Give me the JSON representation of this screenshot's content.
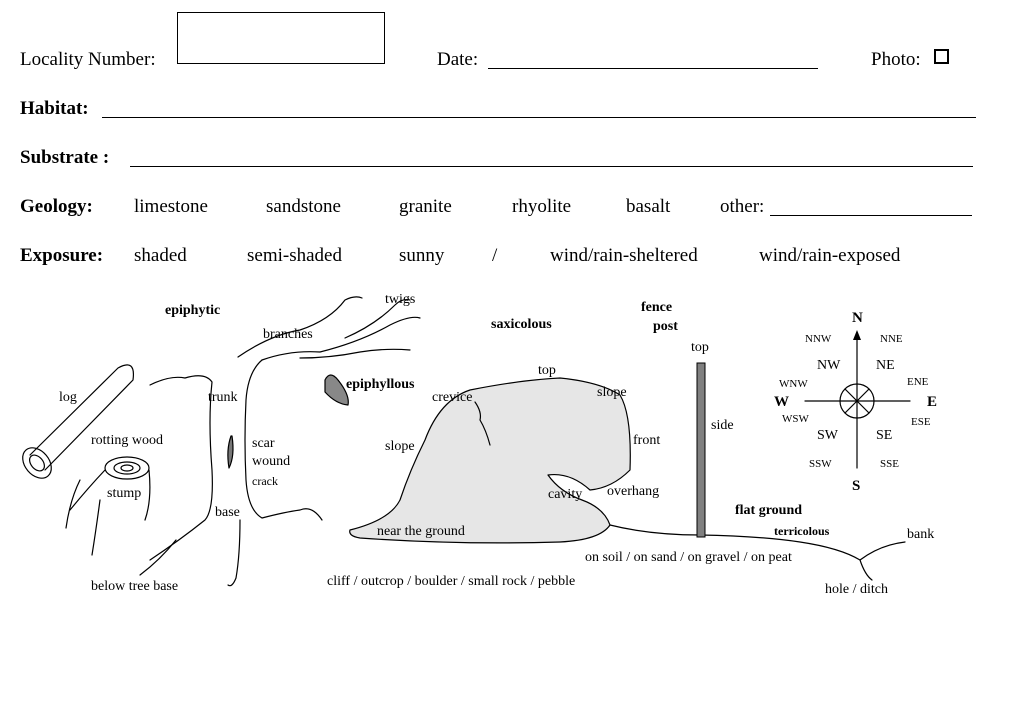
{
  "form": {
    "locality_label": "Locality Number:",
    "date_label": "Date:",
    "photo_label": "Photo:",
    "habitat_label": "Habitat:",
    "substrate_label": "Substrate :",
    "geology_label": "Geology:",
    "geology_options": [
      "limestone",
      "sandstone",
      "granite",
      "rhyolite",
      "basalt",
      "other:"
    ],
    "exposure_label": "Exposure:",
    "exposure_options": [
      "shaded",
      "semi-shaded",
      "sunny",
      "/",
      "wind/rain-sheltered",
      "wind/rain-exposed"
    ]
  },
  "diagram": {
    "epiphytic": "epiphytic",
    "twigs": "twigs",
    "branches": "branches",
    "epiphyllous": "epiphyllous",
    "log": "log",
    "trunk": "trunk",
    "rotting_wood": "rotting wood",
    "scar": "scar",
    "wound": "wound",
    "crack": "crack",
    "stump": "stump",
    "base": "base",
    "below_tree_base": "below tree base",
    "saxicolous": "saxicolous",
    "top": "top",
    "crevice": "crevice",
    "slope_right": "slope",
    "slope_left": "slope",
    "front": "front",
    "cavity": "cavity",
    "overhang": "overhang",
    "near_the_ground": "near the ground",
    "rock_types": "cliff / outcrop / boulder / small rock / pebble",
    "fence": "fence",
    "post": "post",
    "post_top": "top",
    "side": "side",
    "flat_ground": "flat ground",
    "terricolous": "terricolous",
    "soil_types": "on soil / on sand / on gravel / on peat",
    "bank": "bank",
    "hole_ditch": "hole / ditch"
  },
  "compass": {
    "N": "N",
    "S": "S",
    "E": "E",
    "W": "W",
    "NE": "NE",
    "NW": "NW",
    "SE": "SE",
    "SW": "SW",
    "NNW": "NNW",
    "NNE": "NNE",
    "WNW": "WNW",
    "ENE": "ENE",
    "WSW": "WSW",
    "ESE": "ESE",
    "SSW": "SSW",
    "SSE": "SSE"
  },
  "colors": {
    "rock_fill": "#e6e6e6",
    "post_fill": "#808080",
    "leaf_fill": "#888888"
  }
}
